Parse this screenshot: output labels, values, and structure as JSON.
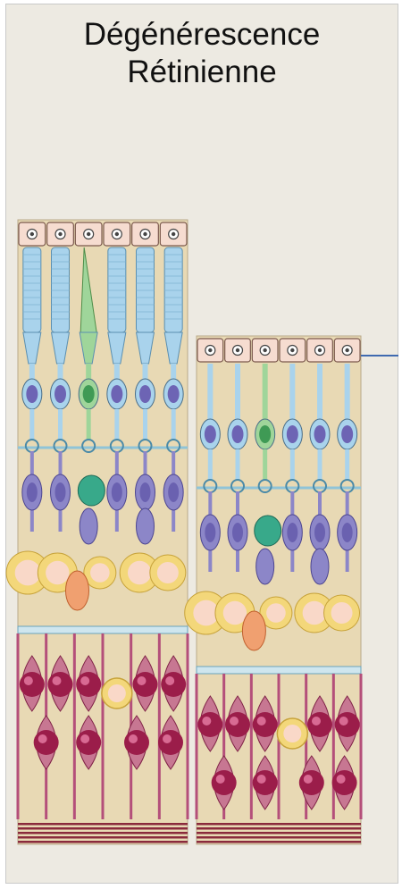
{
  "title": {
    "line1": "Dégénérescence",
    "line2": "Rétinienne"
  },
  "diagram": {
    "panels": [
      "normal-retina",
      "degenerated-retina"
    ],
    "colors": {
      "pigment_epithelium": "#f6dcd0",
      "rod": "#a9d3ec",
      "cone": "#9fd59a",
      "bipolar": "#8c86c8",
      "horizontal": "#38a98a",
      "amacrine": "#f3d77a",
      "amacrine_core": "#f9d8c8",
      "ganglion": "#9b1d4a",
      "plexiform": "#8fc4d8",
      "nerve_fiber": "#8a2a3c",
      "tissue": "#e8d9b4"
    }
  }
}
